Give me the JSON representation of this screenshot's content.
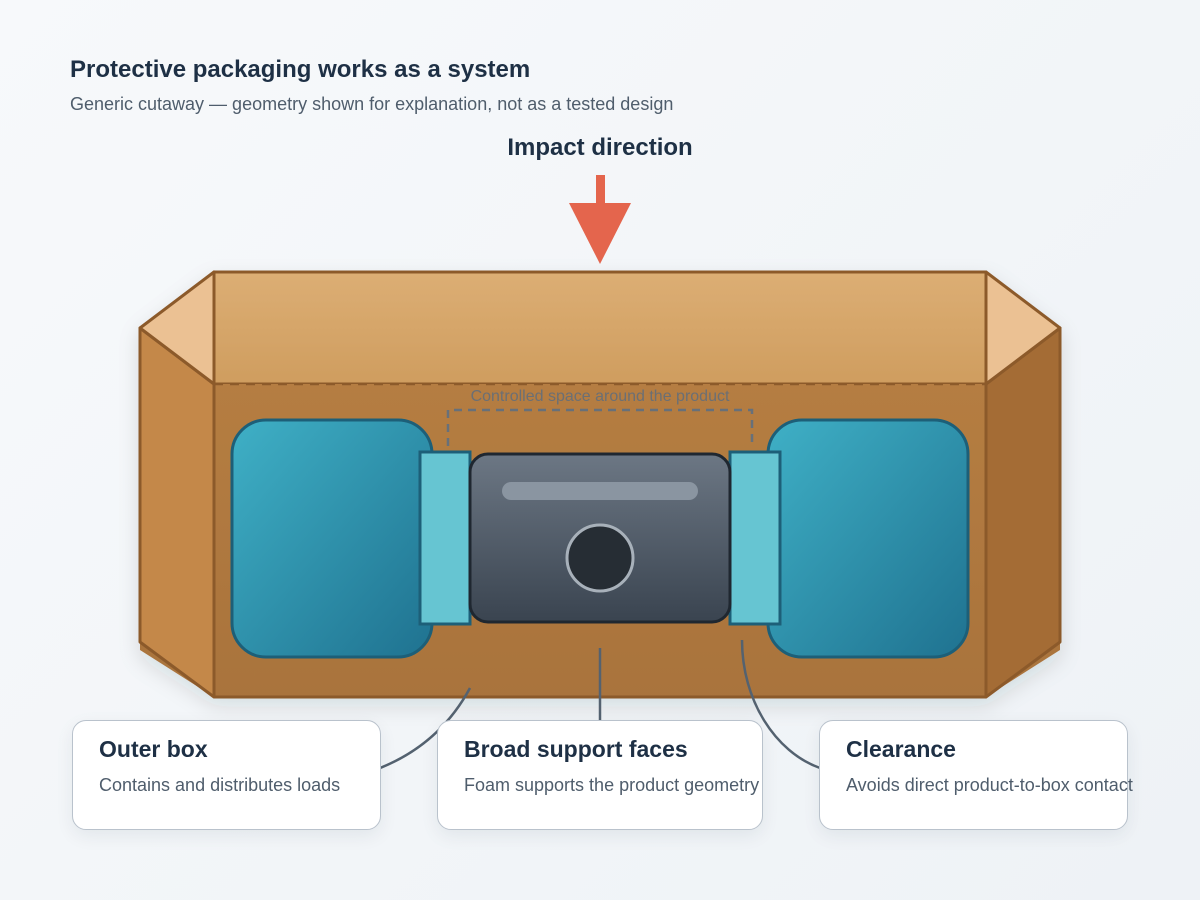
{
  "header": {
    "title": "Protective packaging works as a system",
    "subtitle": "Generic cutaway — geometry shown for explanation, not as a tested design"
  },
  "diagram": {
    "impact_label": "Impact direction",
    "clearance_bracket_label": "Controlled space around the product"
  },
  "callouts": [
    {
      "title": "Outer box",
      "description": "Contains and distributes loads"
    },
    {
      "title": "Broad support faces",
      "description": "Foam supports the product geometry"
    },
    {
      "title": "Clearance",
      "description": "Avoids direct product-to-box contact"
    }
  ],
  "colors": {
    "impact_arrow": "#e4654d",
    "cardboard": "#c89858",
    "cardboard_edge": "#8c5a2c",
    "foam": "#2a8aa5",
    "foam_light": "#66c5d2",
    "product": "#3c4653"
  }
}
